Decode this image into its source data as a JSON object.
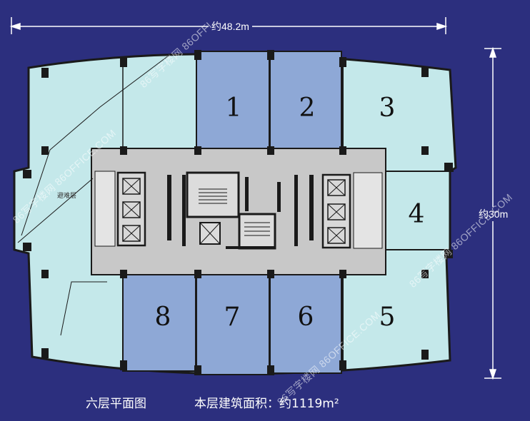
{
  "plan": {
    "width_label": "约48.2m",
    "depth_label": "约30m",
    "caption_title": "六层平面图",
    "caption_area": "本层建筑面积：约1119m²",
    "refuge_label": "避难层",
    "units": [
      {
        "id": "1",
        "label": "1"
      },
      {
        "id": "2",
        "label": "2"
      },
      {
        "id": "3",
        "label": "3"
      },
      {
        "id": "4",
        "label": "4"
      },
      {
        "id": "5",
        "label": "5"
      },
      {
        "id": "6",
        "label": "6"
      },
      {
        "id": "7",
        "label": "7"
      },
      {
        "id": "8",
        "label": "8"
      }
    ]
  },
  "watermark": {
    "text_a": "86写字楼网 86OFFICE.COM",
    "text_b": "86写字楼网 86OFFICE.COM",
    "text_c": "86写字楼网 86OFFICE.COM",
    "text_d": "86写字楼网 86OFFI"
  },
  "colors": {
    "background": "#2c2f7e",
    "unit_light": "#c4e8ea",
    "unit_blue": "#8ea8d6",
    "core": "#c8c8c8",
    "outline": "#1a1a1a"
  }
}
